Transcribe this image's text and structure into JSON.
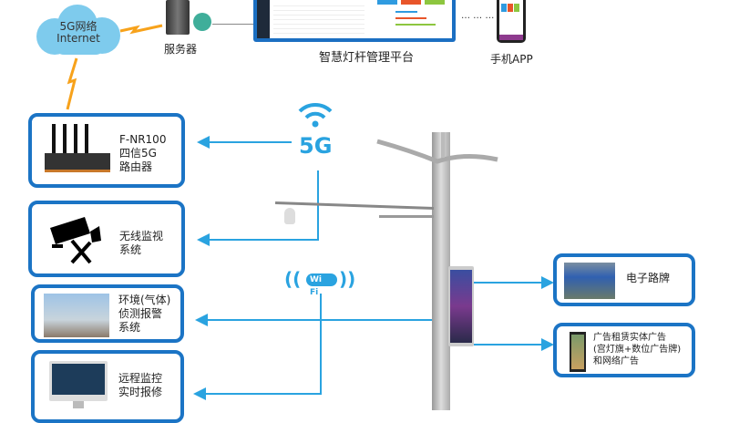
{
  "cloud": {
    "line1": "5G网络",
    "line2": "Internet",
    "color": "#7ecbed"
  },
  "server": {
    "label": "服务器"
  },
  "platform": {
    "label": "智慧灯杆管理平台",
    "bar_colors": [
      "#2f9be0",
      "#e8552a",
      "#8dc63f"
    ]
  },
  "connector_dots": "… … …",
  "mobile_app": {
    "label": "手机APP"
  },
  "signals": {
    "fiveg_label": "5G",
    "wifi_label_left": "Wi",
    "wifi_label_right": "Fi"
  },
  "left_cards": [
    {
      "id": "router",
      "lines": "F-NR100\n四信5G\n路由器"
    },
    {
      "id": "camera",
      "lines": "无线监视\n系统"
    },
    {
      "id": "environment",
      "lines": "环境(气体)\n侦测报警\n系统"
    },
    {
      "id": "remote",
      "lines": "远程监控\n实时报修"
    }
  ],
  "right_cards": [
    {
      "id": "billboard",
      "lines": "电子路牌"
    },
    {
      "id": "advertising",
      "lines": "广告租赁实体广告\n(宫灯旗+数位广告牌)\n和网络广告"
    }
  ],
  "colors": {
    "accent_line": "#2aa3e0",
    "card_border": "#1b74c5",
    "lightning": "#f7a21b"
  }
}
